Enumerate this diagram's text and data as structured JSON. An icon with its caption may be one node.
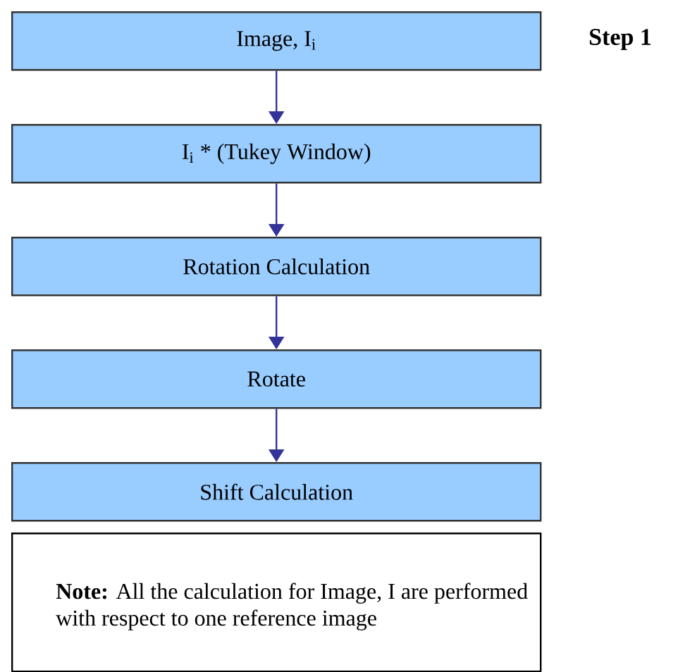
{
  "diagram": {
    "nodes": [
      {
        "text": [
          "Image, I$_{i}$"
        ]
      },
      {
        "text": [
          "I$_{i}$ * (Tukey Window)"
        ]
      },
      {
        "text": [
          "Rotation Calculation"
        ]
      },
      {
        "text": [
          "Rotate"
        ]
      },
      {
        "text": [
          "Shift Calculation"
        ]
      },
      {
        "text": [
          "**Note:** All the calculation for Image, I are performed with respect to one reference image"
        ]
      }
    ],
    "edges": [
      {
        "from": 0,
        "to": 1,
        "arrow": "to"
      },
      {
        "from": 1,
        "to": 2,
        "arrow": "to"
      },
      {
        "from": 2,
        "to": 3,
        "arrow": "to"
      },
      {
        "from": 3,
        "to": 4,
        "arrow": "to"
      }
    ],
    "labels": [
      "Step 1"
    ]
  }
}
